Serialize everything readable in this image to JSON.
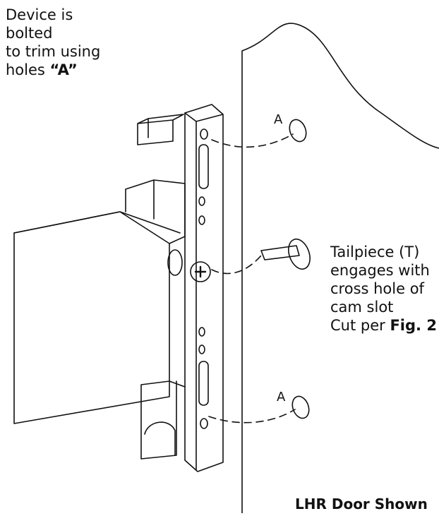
{
  "labels": {
    "device": {
      "line1": "Device is",
      "line2": "bolted",
      "line3": "to trim using",
      "line4_prefix": "holes ",
      "line4_bold": "“A”"
    },
    "tailpiece": {
      "line1": "Tailpiece (T)",
      "line2": "engages with",
      "line3": "cross hole of",
      "line4": "cam slot",
      "line5_prefix": "Cut per ",
      "line5_bold": "Fig. 2"
    },
    "door": "LHR Door Shown",
    "hole_top": "A",
    "hole_bottom": "A"
  }
}
